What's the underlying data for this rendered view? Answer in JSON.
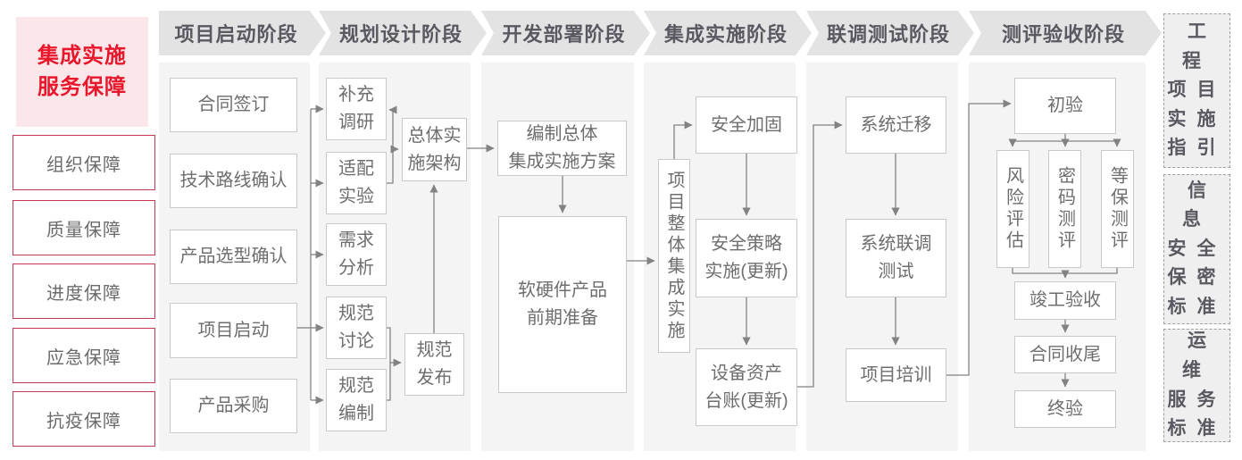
{
  "sidebar": {
    "title": "集成实施\n服务保障",
    "items": [
      "组织保障",
      "质量保障",
      "进度保障",
      "应急保障",
      "抗疫保障"
    ]
  },
  "phases": [
    "项目启动阶段",
    "规划设计阶段",
    "开发部署阶段",
    "集成实施阶段",
    "联调测试阶段",
    "测评验收阶段"
  ],
  "boxes": {
    "contract_signing": "合同签订",
    "tech_route_confirm": "技术路线确认",
    "product_selection_confirm": "产品选型确认",
    "project_kickoff": "项目启动",
    "product_procurement": "产品采购",
    "supplementary_research": "补充\n调研",
    "adaptation_experiment": "适配\n实验",
    "requirement_analysis": "需求\n分析",
    "spec_discussion": "规范\n讨论",
    "spec_drafting": "规范\n编制",
    "overall_impl_architecture": "总体实\n施架构",
    "spec_release": "规范\n发布",
    "overall_plan": "编制总体\n集成实施方案",
    "product_preparation": "软硬件产品\n前期准备",
    "overall_integration": "项目整体集成实施",
    "security_hardening": "安全加固",
    "security_policy": "安全策略\n实施(更新)",
    "asset_ledger": "设备资产\n台账(更新)",
    "system_migration": "系统迁移",
    "joint_debugging": "系统联调\n测试",
    "project_training": "项目培训",
    "initial_acceptance": "初验",
    "risk_assessment": "风险评估",
    "crypto_evaluation": "密码测评",
    "mlps_evaluation": "等保测评",
    "completion_acceptance": "竣工验收",
    "contract_closure": "合同收尾",
    "final_acceptance": "终验"
  },
  "right_panels": [
    "工程\n项目\n实施\n指引",
    "信息\n安全\n保密\n标准",
    "运维\n服务\n标准"
  ],
  "colors": {
    "accent_red": "#e8182c",
    "sidebar_pink": "#fbe7ea",
    "header_gray": "#e4e3e3",
    "panel_gray": "#f4f4f4",
    "box_border_gray": "#c9c9c9",
    "line_gray": "#828282"
  }
}
